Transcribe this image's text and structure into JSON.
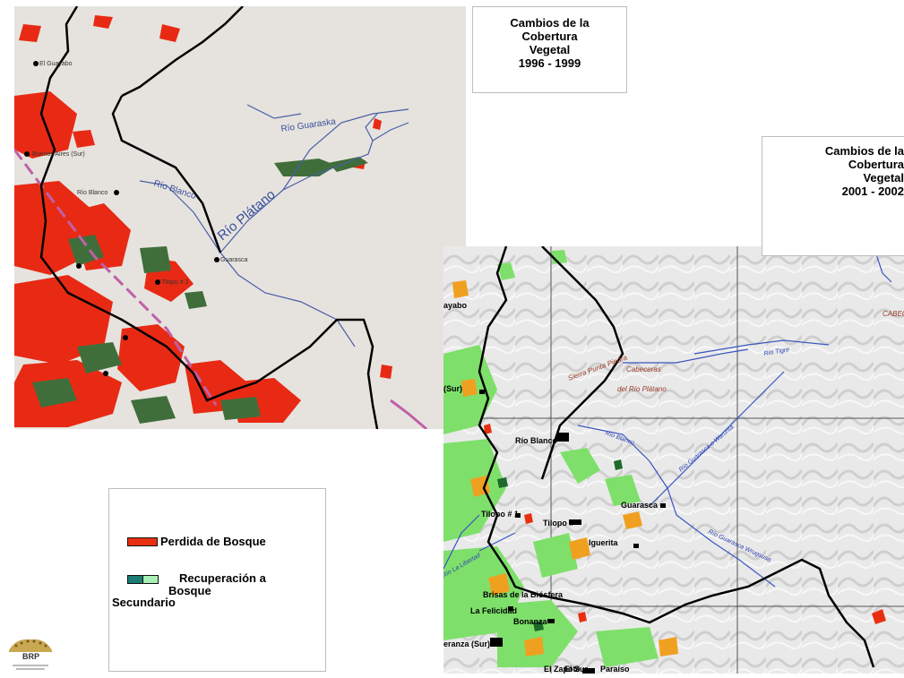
{
  "map_1996": {
    "title_lines": [
      "Cambios de la",
      "Cobertura",
      "Vegetal",
      "1996 - 1999"
    ],
    "labels": {
      "el_guayabo": "El Guayabo",
      "rio_guaraska": "Río Guaraska",
      "rio_blanco_river": "Río Blanco",
      "rio_platano": "Río Plátano",
      "rio_blanco_town": "Río Blanco",
      "guarasca": "Guarasca",
      "buenos_aires": "Buenos Aires (Sur)",
      "tilopo": "Tilopo # 2"
    }
  },
  "map_2001": {
    "title_lines": [
      "Cambios de la",
      "Cobertura",
      "Vegetal",
      "2001 - 2002"
    ],
    "labels": {
      "guayabo": "ayabo",
      "cabeceras": "CABEC",
      "sierra": "Sierra Punta Piedra",
      "cabeceras_platano_1": "Cabeceras",
      "cabeceras_platano_2": "del Río Plátano",
      "rio_tigre": "Río Tigre",
      "sur": "(Sur)",
      "rio_blanco_town": "Río Blanco",
      "rio_blanco_river": "Río Blanco",
      "rio_guarasca_warunta": "Río Guarasca o Warunta",
      "guarasca": "Guarasca",
      "tilopo_1": "Tilopo # 1",
      "tilopo_2": "Tilopo # ",
      "iguerita": "Iguerita",
      "rio_guarasca_wrugsusa": "Río Guarasca Wrugsusa",
      "rio_la_libertad": "Río La Libertad",
      "brisas": "Brisas de la Biósfera",
      "la_felicidad": "La Felicidad",
      "bonanza": "Bonanza",
      "esperanza": "eranza (Sur)",
      "el_zapote": "El Zapote",
      "el_sur": "El Sur",
      "paraiso": "Paraíso"
    }
  },
  "legend": {
    "loss_label": "Perdida de Bosque",
    "recov_line1": "Recuperación a",
    "recov_line2": "Bosque",
    "recov_line3": "Secundario"
  },
  "logo": {
    "name": "BRP"
  },
  "colors": {
    "loss": "#e83010",
    "recovery_dark": "#1a7c74",
    "recovery_light": "#a8f0b4",
    "regrowth_green": "#3f6e3a",
    "river": "#4a5ea8",
    "boundary": "#000000",
    "road_dashed": "#c060a8"
  }
}
